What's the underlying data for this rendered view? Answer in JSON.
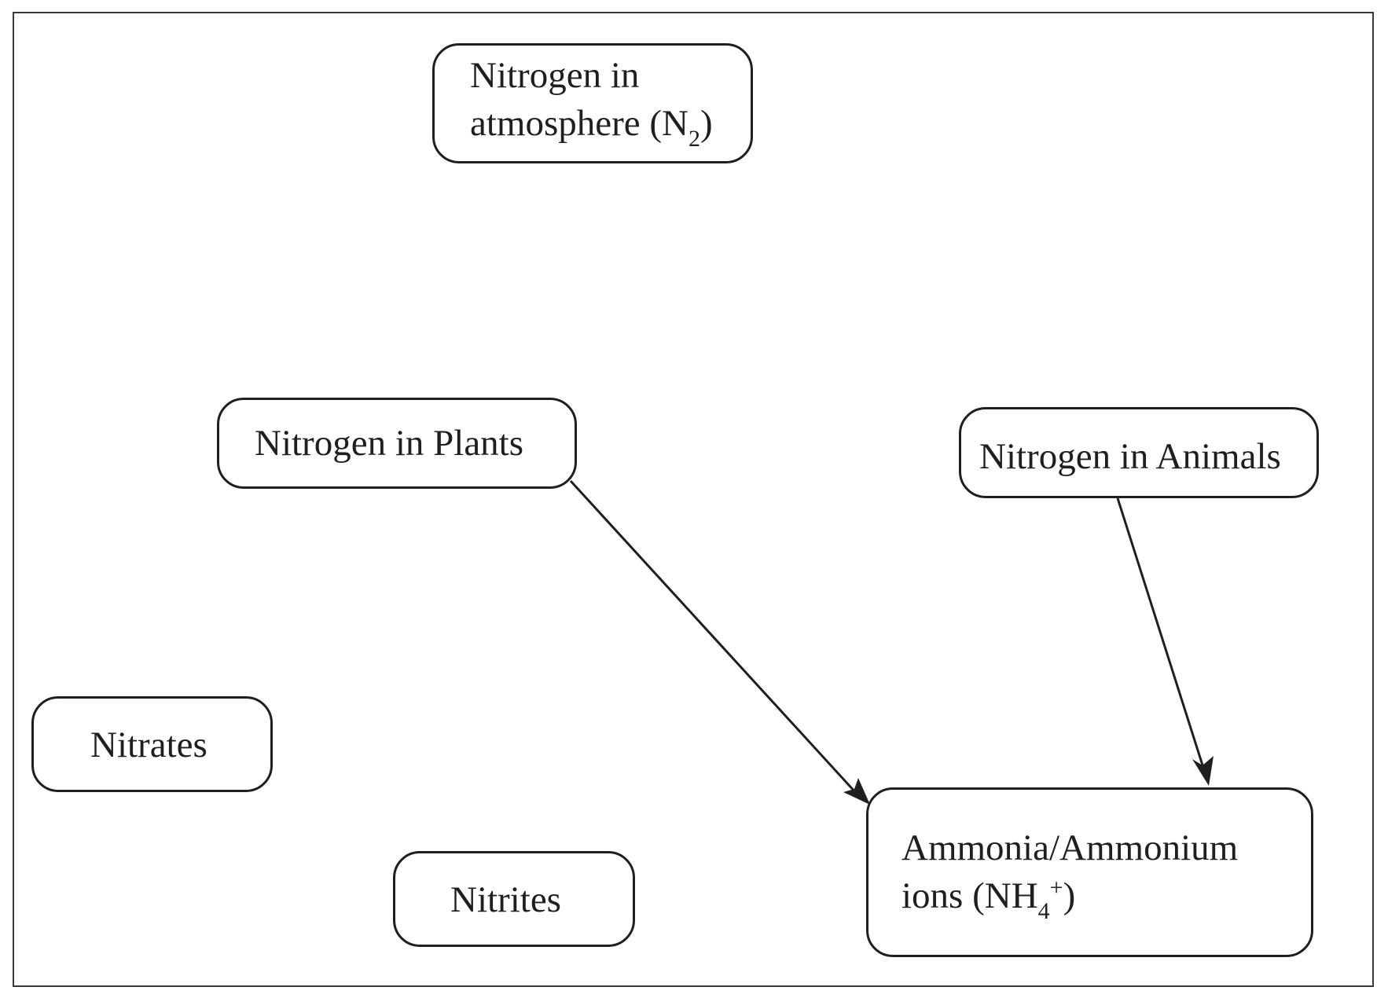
{
  "diagram": {
    "nodes": {
      "atmosphere": {
        "line1": "Nitrogen in",
        "line2_prefix": "atmosphere (N",
        "line2_sub": "2",
        "line2_suffix": ")"
      },
      "plants": {
        "label": "Nitrogen in Plants"
      },
      "animals": {
        "label": "Nitrogen in Animals"
      },
      "nitrates": {
        "label": "Nitrates"
      },
      "nitrites": {
        "label": "Nitrites"
      },
      "ammonia": {
        "line1": "Ammonia/Ammonium",
        "line2_prefix": "ions (NH",
        "line2_sub": "4",
        "line2_sup": "+",
        "line2_suffix": ")"
      }
    },
    "edges": [
      {
        "from": "Nitrogen in Plants",
        "to": "Ammonia/Ammonium ions (NH4+)"
      },
      {
        "from": "Nitrogen in Animals",
        "to": "Ammonia/Ammonium ions (NH4+)"
      }
    ],
    "colors": {
      "stroke": "#1f1f1f",
      "frame": "#3a3a3a",
      "background": "#ffffff"
    }
  }
}
